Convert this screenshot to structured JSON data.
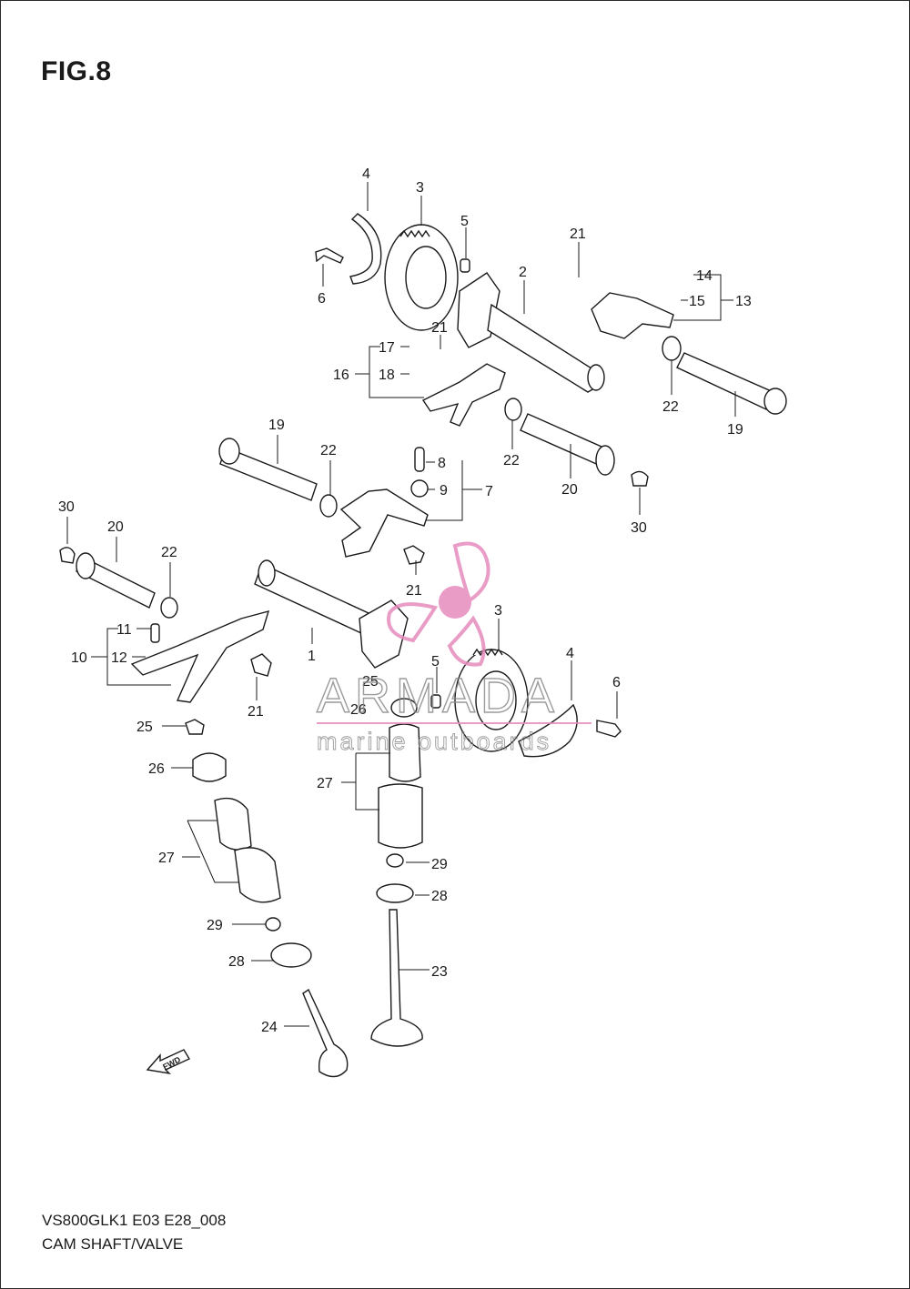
{
  "figure": {
    "title": "FIG.8",
    "model_code": "VS800GLK1 E03 E28_008",
    "section_name": "CAM SHAFT/VALVE"
  },
  "watermark": {
    "brand": "ARMADA",
    "tagline": "marine outboards",
    "brand_color": "#8a8a8a",
    "accent_color": "#e58bbd"
  },
  "direction_marker": {
    "label": "FWD"
  },
  "callouts": [
    {
      "label": "1"
    },
    {
      "label": "2"
    },
    {
      "label": "3"
    },
    {
      "label": "3"
    },
    {
      "label": "4"
    },
    {
      "label": "4"
    },
    {
      "label": "5"
    },
    {
      "label": "5"
    },
    {
      "label": "6"
    },
    {
      "label": "6"
    },
    {
      "label": "7"
    },
    {
      "label": "8"
    },
    {
      "label": "9"
    },
    {
      "label": "10"
    },
    {
      "label": "11"
    },
    {
      "label": "12"
    },
    {
      "label": "13"
    },
    {
      "label": "14"
    },
    {
      "label": "15"
    },
    {
      "label": "16"
    },
    {
      "label": "17"
    },
    {
      "label": "18"
    },
    {
      "label": "19"
    },
    {
      "label": "19"
    },
    {
      "label": "20"
    },
    {
      "label": "20"
    },
    {
      "label": "21"
    },
    {
      "label": "21"
    },
    {
      "label": "21"
    },
    {
      "label": "21"
    },
    {
      "label": "22"
    },
    {
      "label": "22"
    },
    {
      "label": "22"
    },
    {
      "label": "22"
    },
    {
      "label": "23"
    },
    {
      "label": "24"
    },
    {
      "label": "25"
    },
    {
      "label": "25"
    },
    {
      "label": "26"
    },
    {
      "label": "26"
    },
    {
      "label": "27"
    },
    {
      "label": "27"
    },
    {
      "label": "28"
    },
    {
      "label": "28"
    },
    {
      "label": "29"
    },
    {
      "label": "29"
    },
    {
      "label": "30"
    },
    {
      "label": "30"
    }
  ]
}
